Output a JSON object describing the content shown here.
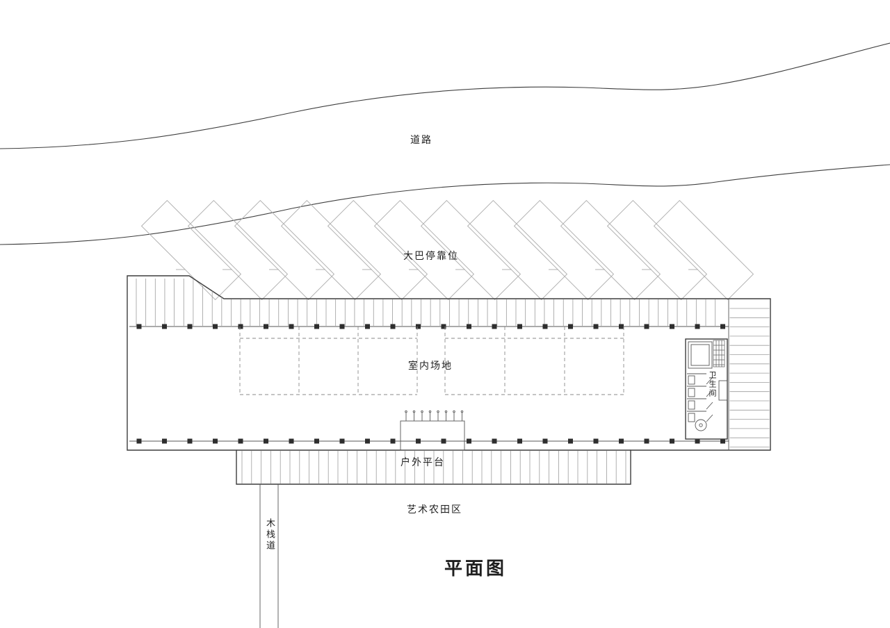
{
  "drawing": {
    "title": "平面图",
    "labels": {
      "road": "道路",
      "bus_parking": "大巴停靠位",
      "indoor_area": "室内场地",
      "restroom": "卫生间",
      "outdoor_platform": "户外平台",
      "art_farmland": "艺术农田区",
      "boardwalk": "木栈道"
    },
    "counts": {
      "bus_parking_spots": 12,
      "column_bays": 24,
      "restroom_stalls": 4,
      "entrance_ticks": 8
    },
    "colors": {
      "background": "#ffffff",
      "main_line": "#3d3d3d",
      "light_line": "#9c9c9c",
      "text": "#1f1f1f"
    }
  }
}
